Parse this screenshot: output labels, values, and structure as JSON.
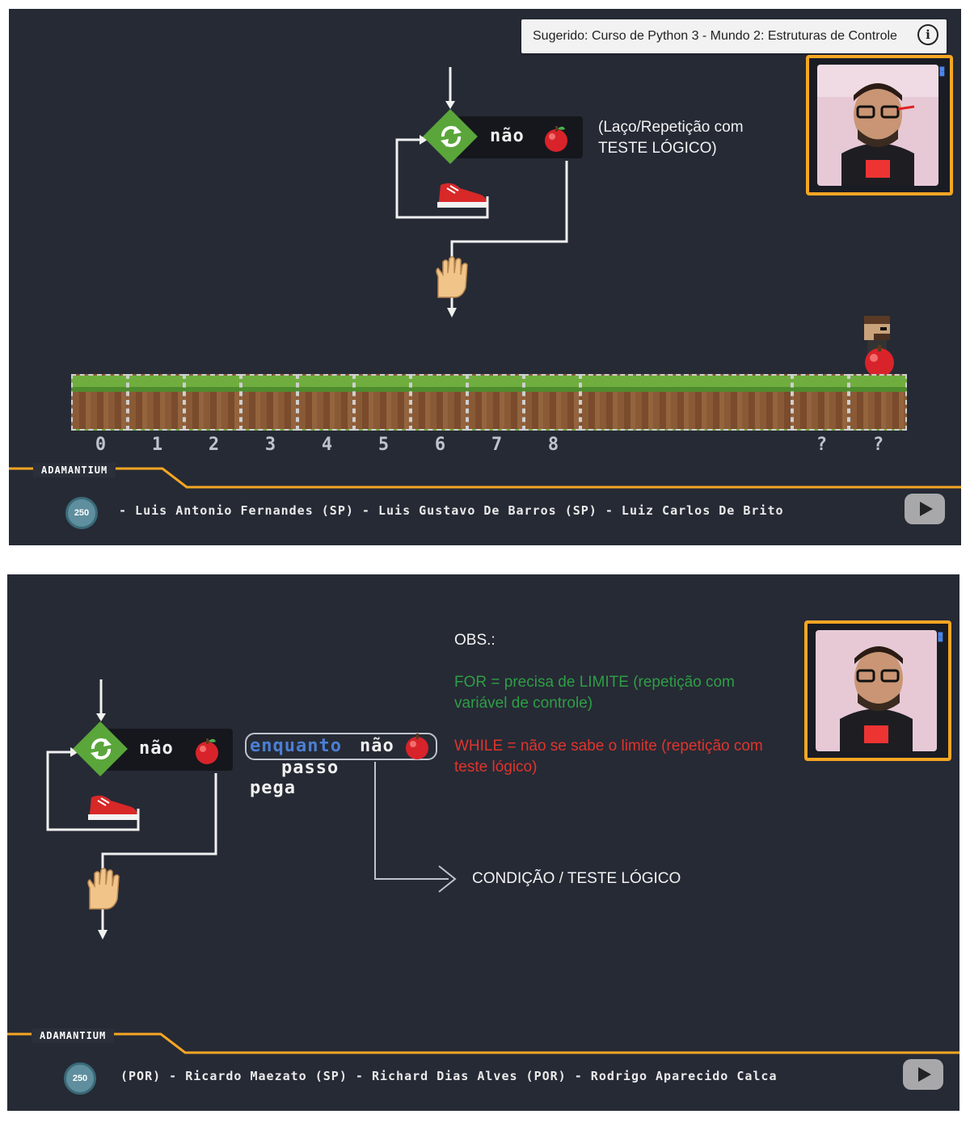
{
  "panel1": {
    "suggestion": {
      "text": "Sugerido: Curso de Python 3 - Mundo 2: Estruturas de Controle",
      "info_icon": "info-icon",
      "info_glyph": "i"
    },
    "flow": {
      "label": "não",
      "icons": [
        "loop-icon",
        "apple-icon",
        "sneaker-icon",
        "hand-stop-icon"
      ]
    },
    "note": {
      "line1": "(Laço/Repetição com",
      "line2": "TESTE LÓGICO)"
    },
    "tiles": [
      "0",
      "1",
      "2",
      "3",
      "4",
      "5",
      "6",
      "7",
      "8",
      "?",
      "?"
    ],
    "ticker": {
      "badge": "ADAMANTIUM",
      "medal": "250",
      "text": "- Luis Antonio Fernandes (SP) - Luis Gustavo De Barros (SP) - Luiz Carlos De Brito"
    }
  },
  "panel2": {
    "flow": {
      "label": "não",
      "icons": [
        "loop-icon",
        "apple-icon",
        "sneaker-icon",
        "hand-stop-icon"
      ]
    },
    "code": {
      "keyword": "enquanto",
      "label": "não",
      "line2": "passo",
      "line3": "pega"
    },
    "arrow_label": "CONDIÇÃO / TESTE LÓGICO",
    "obs": {
      "title": "OBS.:",
      "for_line1": "FOR = precisa de LIMITE (repetição com",
      "for_line2": "variável de controle)",
      "while_line1": "WHILE = não se sabe o limite (repetição com",
      "while_line2": "teste lógico)"
    },
    "ticker": {
      "badge": "ADAMANTIUM",
      "medal": "250",
      "text": "(POR) - Ricardo Maezato (SP) - Richard Dias Alves (POR) - Rodrigo Aparecido Calca"
    }
  },
  "colors": {
    "background": "#262a35",
    "accent_orange": "#f5a623",
    "flow_green": "#5aa63a",
    "keyword_blue": "#4a7fd4",
    "obs_green": "#2e9e45",
    "obs_red": "#e0342c"
  }
}
